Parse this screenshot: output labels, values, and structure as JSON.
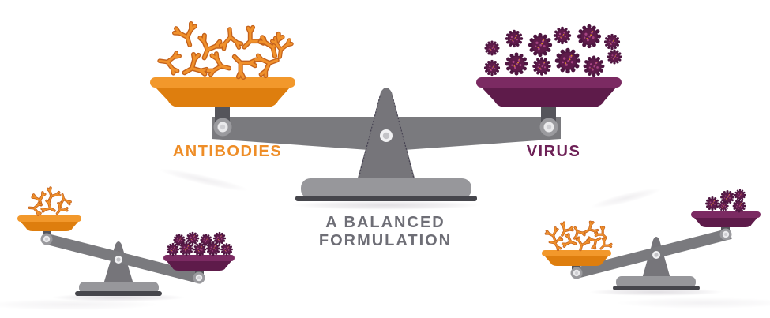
{
  "labels": {
    "antibodies": "ANTIBODIES",
    "virus": "VIRUS",
    "caption_line1": "A BALANCED",
    "caption_line2": "FORMULATION"
  },
  "colors": {
    "background": "#FFFFFF",
    "antibody_orange": "#F0912C",
    "antibody_outline": "#C4621C",
    "pan_orange": "#DE7E0E",
    "pan_orange_rim": "#F2982B",
    "pan_purple": "#5E1B4A",
    "pan_purple_rim": "#7B2A62",
    "virus_purple": "#5E1B4A",
    "virus_outline": "#4E1540",
    "virus_speckle": "#A64483",
    "virus_speckle_orange": "#D98A2B",
    "label_orange": "#EE8D27",
    "label_purple": "#6E2157",
    "caption_gray": "#6E6E76",
    "beam_gray": "#7A7A7E",
    "fulcrum_gray": "#76757A",
    "base_gray": "#97979B",
    "base_bar_dark": "#46464C",
    "stem_dark": "#55555B",
    "pivot_outer": "#9A9A9E",
    "pivot_ring": "#EAEAEC",
    "pivot_center": "#CFCFD3",
    "pivot_hub_light": "#F1F1F3",
    "pivot_hub_center": "#C3C3C7",
    "shadow": "#8E8494"
  },
  "scales": [
    {
      "id": "main",
      "state": "balanced",
      "left_pan": {
        "contents": "antibodies",
        "count": 11
      },
      "right_pan": {
        "contents": "virus",
        "count": 12
      }
    },
    {
      "id": "bottom-left",
      "state": "virus-side-down",
      "left_pan": {
        "contents": "antibodies",
        "count": 6
      },
      "right_pan": {
        "contents": "virus",
        "count": 9
      }
    },
    {
      "id": "bottom-right",
      "state": "antibody-side-down",
      "left_pan": {
        "contents": "antibodies",
        "count": 10
      },
      "right_pan": {
        "contents": "virus",
        "count": 5
      }
    }
  ]
}
